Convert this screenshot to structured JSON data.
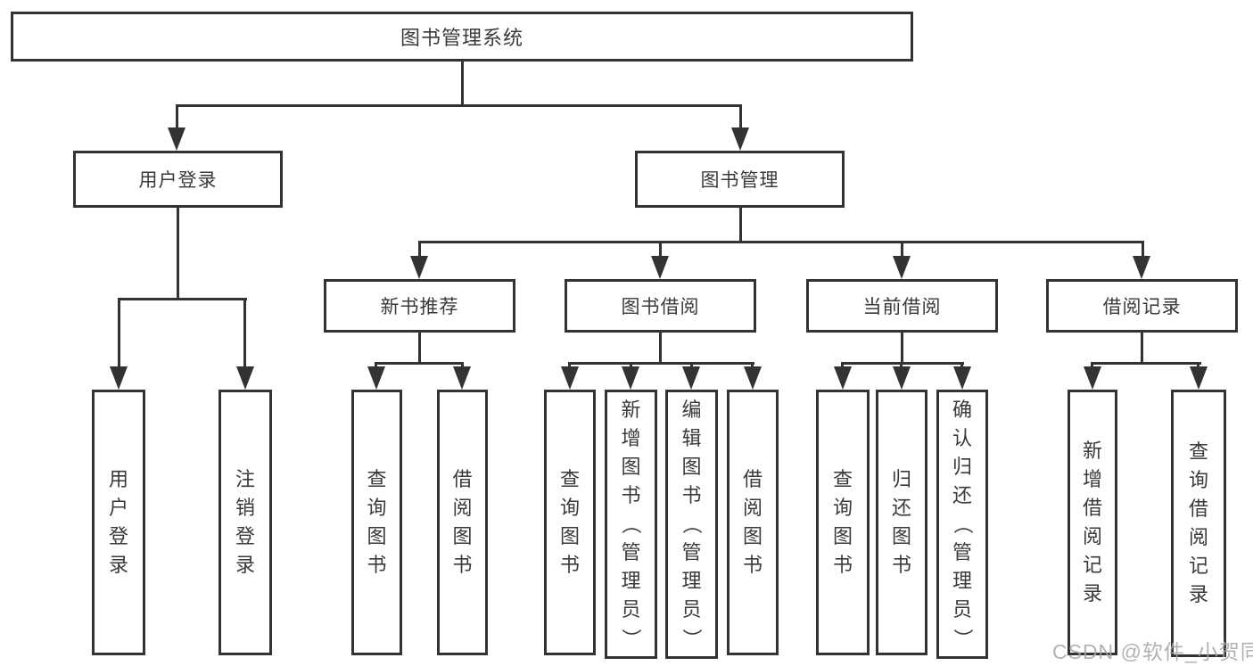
{
  "diagram_title": "图书管理系统",
  "nodes": {
    "root": "图书管理系统",
    "user_login": "用户登录",
    "book_management": "图书管理",
    "new_book_recommend": "新书推荐",
    "book_borrow": "图书借阅",
    "current_borrow": "当前借阅",
    "borrow_record": "借阅记录",
    "leaf_user_login": "用户登录",
    "leaf_logout": "注销登录",
    "leaf_query_book_b": "查询图书",
    "leaf_borrow_book_b": "借阅图书",
    "leaf_query_book_c": "查询图书",
    "leaf_add_book_admin": "新增图书（管理员）",
    "leaf_edit_book_admin": "编辑图书（管理员）",
    "leaf_borrow_book_c": "借阅图书",
    "leaf_query_book_d": "查询图书",
    "leaf_return_book": "归还图书",
    "leaf_confirm_return_admin": "确认归还（管理员）",
    "leaf_add_borrow_record": "新增借阅记录",
    "leaf_query_borrow_record": "查询借阅记录"
  },
  "hierarchy": {
    "图书管理系统": [
      "用户登录",
      "图书管理"
    ],
    "用户登录": [
      "用户登录",
      "注销登录"
    ],
    "图书管理": [
      "新书推荐",
      "图书借阅",
      "当前借阅",
      "借阅记录"
    ],
    "新书推荐": [
      "查询图书",
      "借阅图书"
    ],
    "图书借阅": [
      "查询图书",
      "新增图书（管理员）",
      "编辑图书（管理员）",
      "借阅图书"
    ],
    "当前借阅": [
      "查询图书",
      "归还图书",
      "确认归还（管理员）"
    ],
    "借阅记录": [
      "新增借阅记录",
      "查询借阅记录"
    ]
  },
  "watermark": "CSDN @软件_小贺同学",
  "colors": {
    "line": "#333333",
    "text": "#3a3a3a",
    "watermark": "#a5a5a5",
    "background": "#ffffff"
  }
}
